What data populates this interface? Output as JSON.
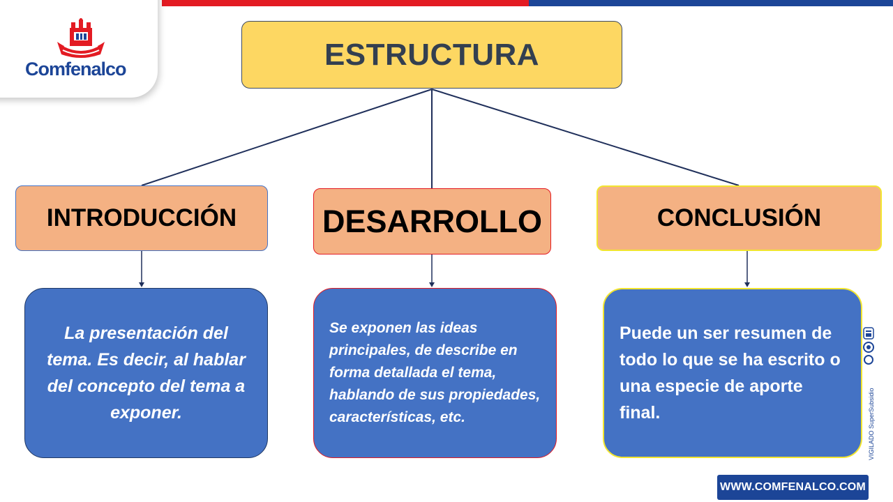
{
  "brand": {
    "name": "Comfenalco",
    "website": "WWW.COMFENALCO.COM",
    "vigilado": "VIGILADO SuperSubsidio",
    "colors": {
      "red": "#e31b23",
      "blue": "#1c4597"
    }
  },
  "diagram": {
    "title": "ESTRUCTURA",
    "sections": [
      {
        "heading": "INTRODUCCIÓN",
        "text": "La presentación del tema. Es decir, al hablar del concepto del tema a exponer."
      },
      {
        "heading": "DESARROLLO",
        "text": "Se exponen las ideas principales, de describe en forma detallada el tema, hablando de sus propiedades, características, etc."
      },
      {
        "heading": "CONCLUSIÓN",
        "text": "Puede un ser resumen de todo lo que se ha escrito o una especie de aporte final."
      }
    ],
    "colors": {
      "title_fill": "#fdd762",
      "heading_fill": "#f4b183",
      "content_fill": "#4472c4",
      "connector": "#1f2f5a"
    }
  }
}
